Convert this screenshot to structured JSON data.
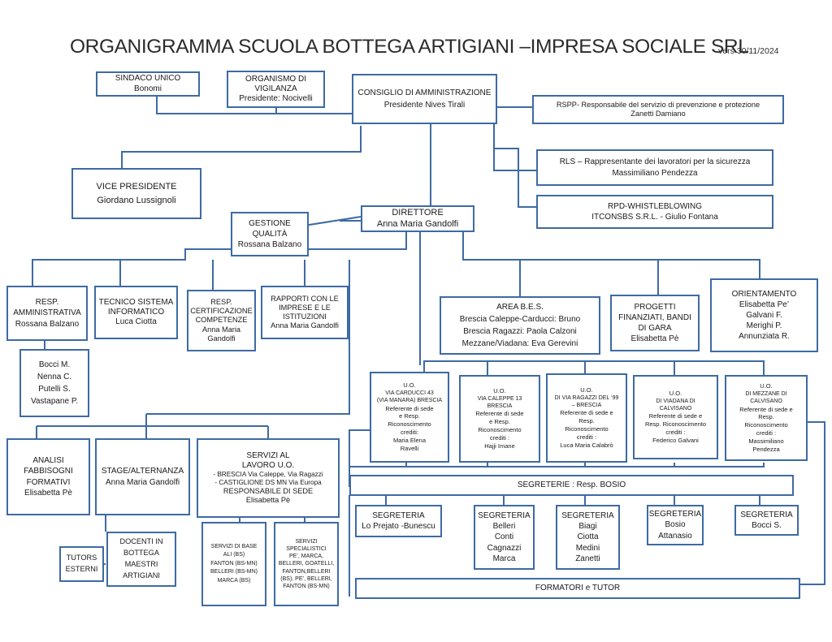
{
  "header": {
    "title": "ORGANIGRAMMA SCUOLA BOTTEGA ARTIGIANI –IMPRESA SOCIALE SRL",
    "version": "vers 30/11/2024"
  },
  "boxes": {
    "sindaco": [
      "SINDACO UNICO",
      "Bonomi"
    ],
    "vigilanza": [
      "ORGANISMO DI",
      "VIGILANZA",
      "Presidente: Nocivelli"
    ],
    "consiglio": [
      "CONSIGLIO DI AMMINISTRAZIONE",
      "",
      "Presidente Nives Tirali"
    ],
    "rspp": [
      "RSPP- Responsabile del servizio di prevenzione e protezione",
      "Zanetti Damiano"
    ],
    "vice": [
      "VICE PRESIDENTE",
      "Giordano Lussignoli"
    ],
    "rls": [
      "RLS – Rappresentante dei lavoratori per la  sicurezza",
      "Massimiliano Pendezza"
    ],
    "rpd": [
      "RPD-WHISTLEBLOWING",
      "ITCONSBS S.R.L.  - Giulio Fontana"
    ],
    "direttore": [
      "DIRETTORE",
      "Anna Maria Gandolfi"
    ],
    "qualita": [
      "GESTIONE",
      "QUALITÀ",
      "Rossana Balzano"
    ],
    "amministrativa": [
      "RESP.",
      "AMMINISTRATIVA",
      "Rossana Balzano"
    ],
    "tecnico": [
      "TECNICO SISTEMA",
      "INFORMATICO",
      "Luca Ciotta"
    ],
    "certificazione": [
      "RESP.",
      "CERTIFICAZIONE",
      "COMPETENZE",
      "Anna Maria",
      "Gandolfi"
    ],
    "rapporti": [
      "RAPPORTI CON LE",
      "IMPRESE E LE",
      "ISTITUZIONI",
      "Anna Maria Gandolfi"
    ],
    "bes": [
      "AREA B.E.S.",
      "Brescia Caleppe-Carducci: Bruno",
      "Brescia Ragazzi: Paola Calzoni",
      "Mezzane/Viadana: Eva Gerevini"
    ],
    "progetti": [
      "PROGETTI",
      "FINANZIATI, BANDI",
      "DI GARA",
      "Elisabetta Pè"
    ],
    "orientamento": [
      "ORIENTAMENTO",
      "Elisabetta Pe’",
      "Galvani F.",
      "Merighi P.",
      "Annunziata R."
    ],
    "staff_amm": [
      "Bocci M.",
      "Nenna C.",
      "Putelli S.",
      "Vastapane P."
    ],
    "uo1": [
      "U.O.",
      "VIA CARDUCCI 43",
      "(VIA MANARA) BRESCIA",
      "Referente di sede",
      "e Resp.",
      "Riconoscimento",
      "crediti:",
      "Maria Elena",
      "Ravelli"
    ],
    "uo2": [
      "U.O.",
      "VIA CALEPPE 13",
      "BRESCIA",
      "Referente di sede",
      "e Resp.",
      "Riconoscimento",
      "crediti :",
      "Hajji Imane"
    ],
    "uo3": [
      "U.O.",
      "DI VIA RAGAZZI DEL ‘99",
      "– BRESCIA",
      "Referente di sede e",
      "Resp.",
      "Riconoscimento",
      "crediti :",
      "Luca Maria Calabrò"
    ],
    "uo4": [
      "U.O.",
      "DI VIADANA DI",
      "CALVISANO",
      "Referente di sede e",
      "Resp. Riconoscimento",
      "crediti :",
      "Federico Galvani"
    ],
    "uo5": [
      "U.O.",
      "DI MEZZANE DI",
      "CALVISANO",
      "Referente di sede e",
      "Resp.",
      "Riconoscimento",
      "crediti :",
      "Massimiliano",
      "Pendezza"
    ],
    "analisi": [
      "ANALISI",
      "FABBISOGNI",
      "FORMATIVI",
      "Elisabetta Pè"
    ],
    "stage": [
      "STAGE/ALTERNANZA",
      "Anna Maria Gandolfi"
    ],
    "servizi": [
      "SERVIZI AL",
      "LAVORO U.O.",
      "- BRESCIA  Via Caleppe, Via Ragazzi",
      "- CASTIGLIONE DS MN  Via Europa",
      "RESPONSABILE DI SEDE",
      "Elisabetta Pè"
    ],
    "segreterie": [
      "SEGRETERIE : Resp. BOSIO"
    ],
    "seg1": [
      "SEGRETERIA",
      "Lo Prejato -Bunescu"
    ],
    "seg2": [
      "SEGRETERIA",
      "Belleri",
      "Conti",
      "Cagnazzi",
      "Marca"
    ],
    "seg3": [
      "SEGRETERIA",
      "Biagi",
      "Ciotta",
      "Medini",
      "Zanetti"
    ],
    "seg4": [
      "SEGRETERIA",
      "Bosio",
      "Attanasio"
    ],
    "seg5": [
      "SEGRETERIA",
      "Bocci S."
    ],
    "tutors": [
      "TUTORS",
      "ESTERNI"
    ],
    "docenti": [
      "DOCENTI IN",
      "BOTTEGA",
      "MAESTRI",
      "ARTIGIANI"
    ],
    "base": [
      "SERVIZI DI BASE",
      "ALI (BS)",
      "FANTON (BS-MN)",
      "BELLERI (BS-MN)",
      "MARCA (BS)"
    ],
    "specialistici": [
      "SERVIZI",
      "SPECIALISTICI",
      "PE’, MARCA,",
      "BELLERI, GOATELLI,",
      "FANTON,BELLERI",
      "(BS), PE’, BELLERI,",
      "FANTON (BS-MN)"
    ],
    "formatori": [
      "FORMATORI e TUTOR"
    ]
  },
  "colors": {
    "border": "#3e6aa3",
    "text": "#1a1a1a"
  }
}
